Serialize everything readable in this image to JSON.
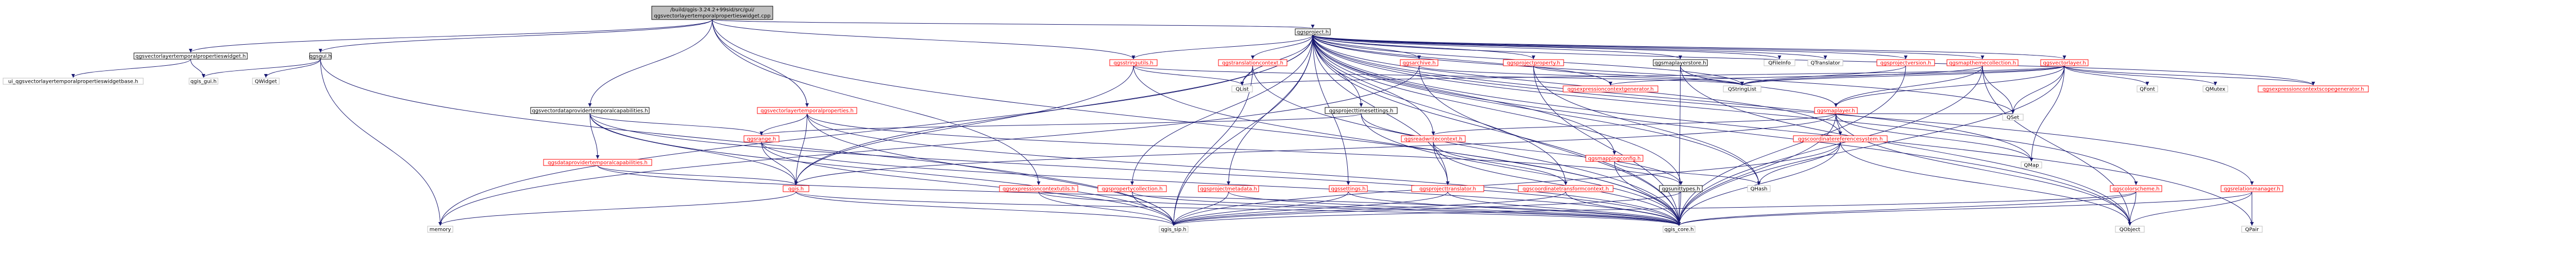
{
  "graph": {
    "title": "/build/qgis-3.24.2+99sid/src/gui/qgsvectorlayertemporalpropertieswidget.cpp",
    "nodes": [
      {
        "id": "root",
        "label": "/build/qgis-3.24.2+99sid/src/gui/qgsvectorlayertemporalpropertieswidget.cpp",
        "root": true
      },
      {
        "id": "qgsproject",
        "label": "qgsproject.h",
        "kind": "black"
      },
      {
        "id": "qgsvectorlayertemporalpropertieswidget",
        "label": "qgsvectorlayertemporalpropertieswidget.h",
        "kind": "black"
      },
      {
        "id": "qgsgui",
        "label": "qgsgui.h",
        "kind": "black"
      },
      {
        "id": "qgsvectordataprovidertemporalcapabilities",
        "label": "qgsvectordataprovidertemporalcapabilities.h",
        "kind": "black"
      },
      {
        "id": "qgsvectorlayertemporalproperties",
        "label": "qgsvectorlayertemporalproperties.h",
        "kind": "red"
      },
      {
        "id": "qgsstringutils",
        "label": "qgsstringutils.h",
        "kind": "red"
      },
      {
        "id": "qgstranslationcontext",
        "label": "qgstranslationcontext.h",
        "kind": "red"
      },
      {
        "id": "qgsarchive",
        "label": "qgsarchive.h",
        "kind": "red"
      },
      {
        "id": "qgsprojectproperty",
        "label": "qgsprojectproperty.h",
        "kind": "red"
      },
      {
        "id": "qgsmaplayerstore",
        "label": "qgsmaplayerstore.h",
        "kind": "black"
      },
      {
        "id": "qgslabelsrc",
        "label": "QFileInfo",
        "kind": "gray"
      },
      {
        "id": "qtranslator",
        "label": "QTranslator",
        "kind": "gray"
      },
      {
        "id": "qgsprojectversion",
        "label": "qgsprojectversion.h",
        "kind": "red"
      },
      {
        "id": "qgsmapthemecollection",
        "label": "qgsmapthemecollection.h",
        "kind": "red"
      },
      {
        "id": "qgsvectorlayer",
        "label": "qgsvectorlayer.h",
        "kind": "red"
      },
      {
        "id": "ui_widget",
        "label": "ui_qgsvectorlayertemporalpropertieswidgetbase.h",
        "kind": "gray"
      },
      {
        "id": "qgis_gui",
        "label": "qgis_gui.h",
        "kind": "gray"
      },
      {
        "id": "qwidget",
        "label": "QWidget",
        "kind": "gray"
      },
      {
        "id": "memory",
        "label": "memory",
        "kind": "gray"
      },
      {
        "id": "qlist",
        "label": "QList",
        "kind": "gray"
      },
      {
        "id": "qgsprojecttimesettings",
        "label": "qgsprojecttimesettings.h",
        "kind": "black"
      },
      {
        "id": "qgsexpressioncontextgenerator",
        "label": "qgsexpressioncontextgenerator.h",
        "kind": "red"
      },
      {
        "id": "qstringlist",
        "label": "QStringList",
        "kind": "gray"
      },
      {
        "id": "qgsmaplayer",
        "label": "qgsmaplayer.h",
        "kind": "red"
      },
      {
        "id": "qfont",
        "label": "QFont",
        "kind": "gray"
      },
      {
        "id": "qmutex",
        "label": "QMutex",
        "kind": "gray"
      },
      {
        "id": "qgsexpressioncontextscopegenerator",
        "label": "qgsexpressioncontextscopegenerator.h",
        "kind": "red"
      },
      {
        "id": "qgsrange",
        "label": "qgsrange.h",
        "kind": "red"
      },
      {
        "id": "qgsreadwritecontext",
        "label": "qgsreadwritecontext.h",
        "kind": "red"
      },
      {
        "id": "qgsmappingconfig",
        "label": "qgsmappingconfig.h",
        "kind": "red"
      },
      {
        "id": "qgscoordinatereferencesystem",
        "label": "qgscoordinatereferencesystem.h",
        "kind": "red"
      },
      {
        "id": "qset",
        "label": "QSet",
        "kind": "gray"
      },
      {
        "id": "qmap",
        "label": "QMap",
        "kind": "gray"
      },
      {
        "id": "qgsdataprovidertemporalcapabilities",
        "label": "qgsdataprovidertemporalcapabilities.h",
        "kind": "red"
      },
      {
        "id": "qgis",
        "label": "qgis.h",
        "kind": "red"
      },
      {
        "id": "qgsexpressioncontextutils",
        "label": "qgsexpressioncontextutils.h",
        "kind": "red"
      },
      {
        "id": "qgspropertycollection",
        "label": "qgspropertycollection.h",
        "kind": "red"
      },
      {
        "id": "qgsprojectmetadata",
        "label": "qgsprojectmetadata.h",
        "kind": "red"
      },
      {
        "id": "qgssettings",
        "label": "qgssettings.h",
        "kind": "red"
      },
      {
        "id": "qgspathresolver",
        "label": "qgsprojecttranslator.h",
        "kind": "red"
      },
      {
        "id": "qgscoordinatetransformcontext",
        "label": "qgscoordinatetransformcontext.h",
        "kind": "red"
      },
      {
        "id": "qgsunittypes",
        "label": "qgsunittypes.h",
        "kind": "black"
      },
      {
        "id": "qhash",
        "label": "QHash",
        "kind": "gray"
      },
      {
        "id": "qgscolorscheme",
        "label": "qgscolorscheme.h",
        "kind": "red"
      },
      {
        "id": "qgsrelationmanager",
        "label": "qgsrelationmanager.h",
        "kind": "red"
      },
      {
        "id": "qgis_sip",
        "label": "qgis_sip.h",
        "kind": "gray"
      },
      {
        "id": "qgis_core",
        "label": "qgis_core.h",
        "kind": "gray"
      },
      {
        "id": "qobject",
        "label": "QObject",
        "kind": "gray"
      },
      {
        "id": "qpair",
        "label": "QPair",
        "kind": "gray"
      }
    ]
  }
}
